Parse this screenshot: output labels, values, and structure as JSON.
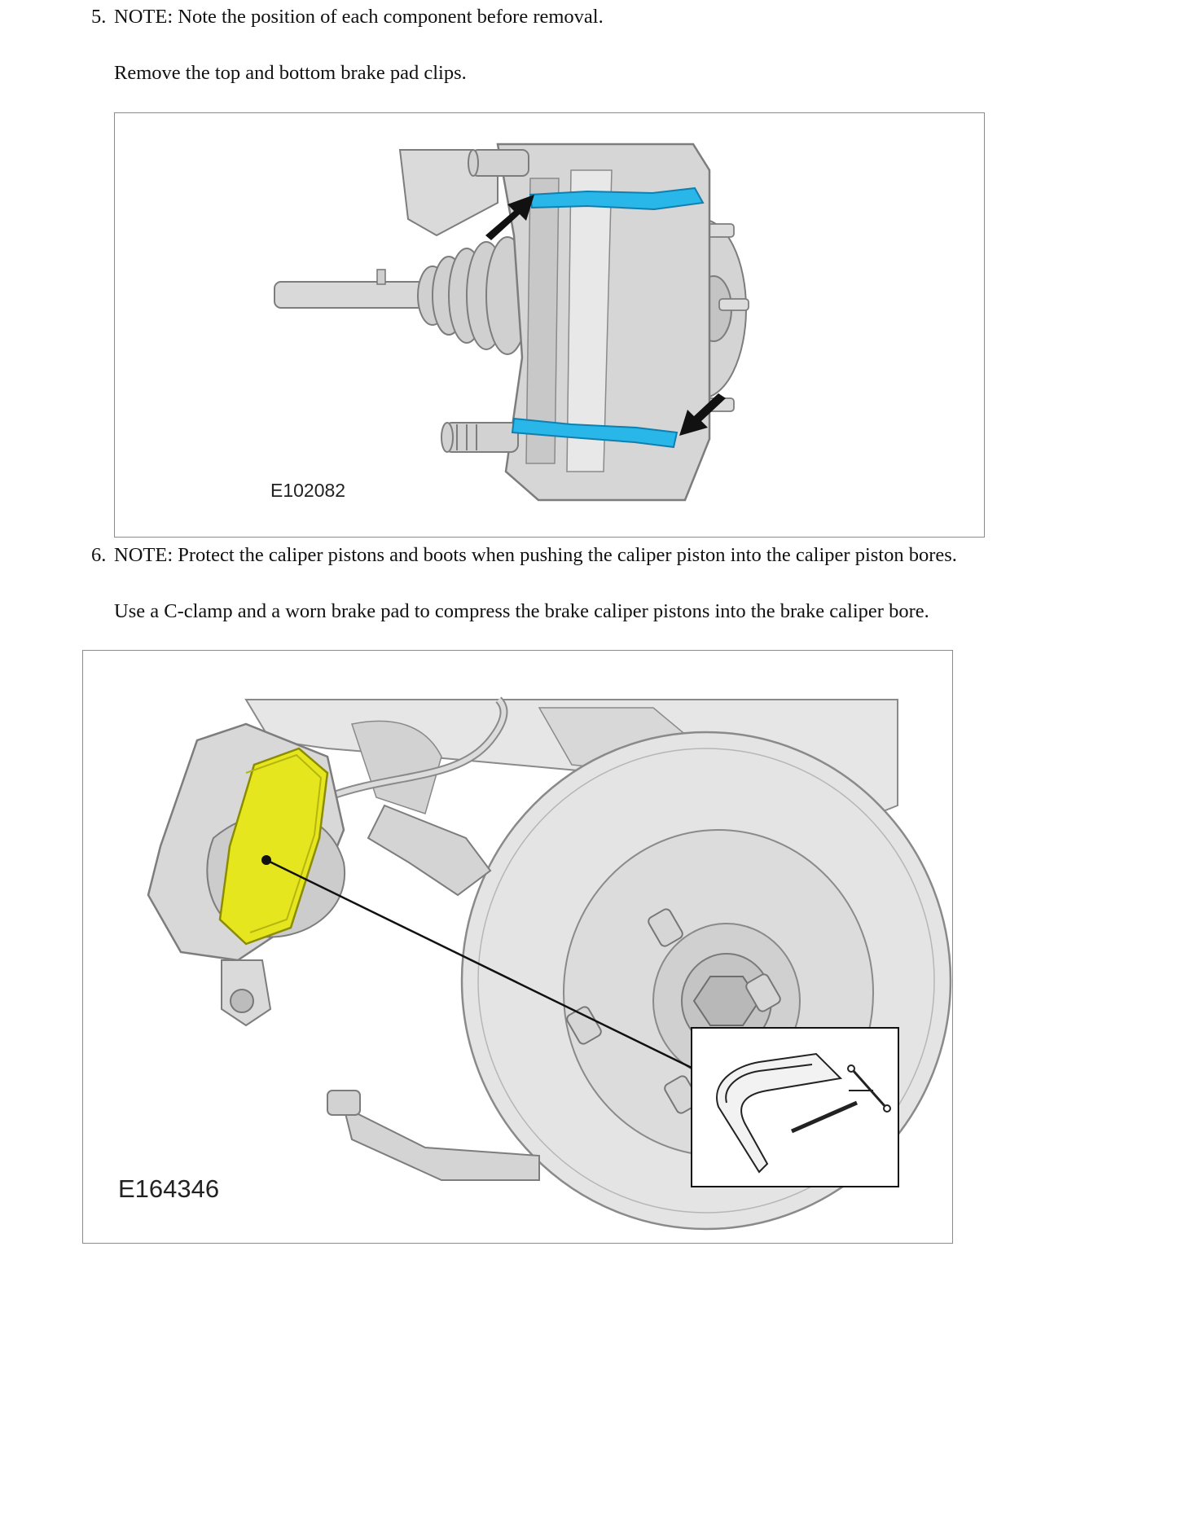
{
  "steps": [
    {
      "number": "5.",
      "note": "NOTE: Note the position of each component before removal.",
      "instruction": "Remove the top and bottom brake pad clips.",
      "figure_code": "E102082"
    },
    {
      "number": "6.",
      "note": "NOTE: Protect the caliper pistons and boots when pushing the caliper piston into the caliper piston bores.",
      "instruction": "Use a C-clamp and a worn brake pad to compress the brake caliper pistons into the brake caliper bore.",
      "figure_code": "E164346"
    }
  ],
  "colors": {
    "clip_highlight": "#29b6e8",
    "pad_highlight": "#e6e61e",
    "metal_light": "#e4e4e4",
    "metal_mid": "#c4c4c4",
    "metal_dark": "#8f8f8f",
    "arrow": "#111111"
  }
}
